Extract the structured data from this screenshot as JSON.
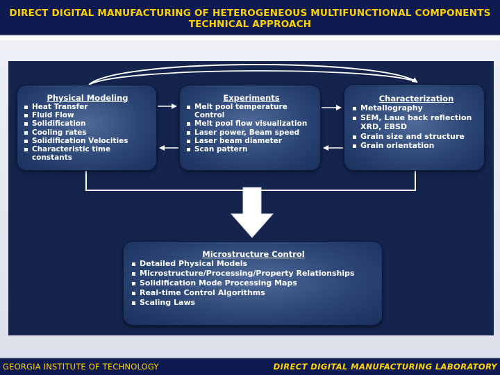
{
  "header": {
    "line1": "DIRECT DIGITAL MANUFACTURING OF HETEROGENEOUS MULTIFUNCTIONAL COMPONENTS",
    "line2": "TECHNICAL APPROACH"
  },
  "boxes": {
    "physical_modeling": {
      "title": "Physical Modeling",
      "items": [
        "Heat Transfer",
        "Fluid Flow",
        "Solidification",
        "Cooling rates",
        "Solidification Velocities",
        "Characteristic time constants"
      ]
    },
    "experiments": {
      "title": "Experiments",
      "items": [
        "Melt pool temperature Control",
        "Melt pool flow visualization",
        "Laser power, Beam speed",
        "Laser beam diameter",
        "Scan pattern"
      ]
    },
    "characterization": {
      "title": "Characterization",
      "items": [
        "Metallography",
        "SEM, Laue back reflection XRD, EBSD",
        "Grain size and structure",
        "Grain orientation"
      ]
    },
    "microstructure_control": {
      "title": "Microstructure Control",
      "items": [
        "Detailed Physical Models",
        "Microstructure/Processing/Property Relationships",
        "Solidification Mode Processing Maps",
        "Real-time Control Algorithms",
        "Scaling Laws"
      ]
    }
  },
  "footer": {
    "left": "GEORGIA INSTITUTE OF TECHNOLOGY",
    "right": "DIRECT DIGITAL MANUFACTURING LABORATORY"
  },
  "colors": {
    "header_bg": "#0e1a50",
    "header_text": "#ffd200",
    "panel_bg": "#14244c",
    "box_fill": "#2b4574",
    "arrow_white": "#ffffff"
  }
}
